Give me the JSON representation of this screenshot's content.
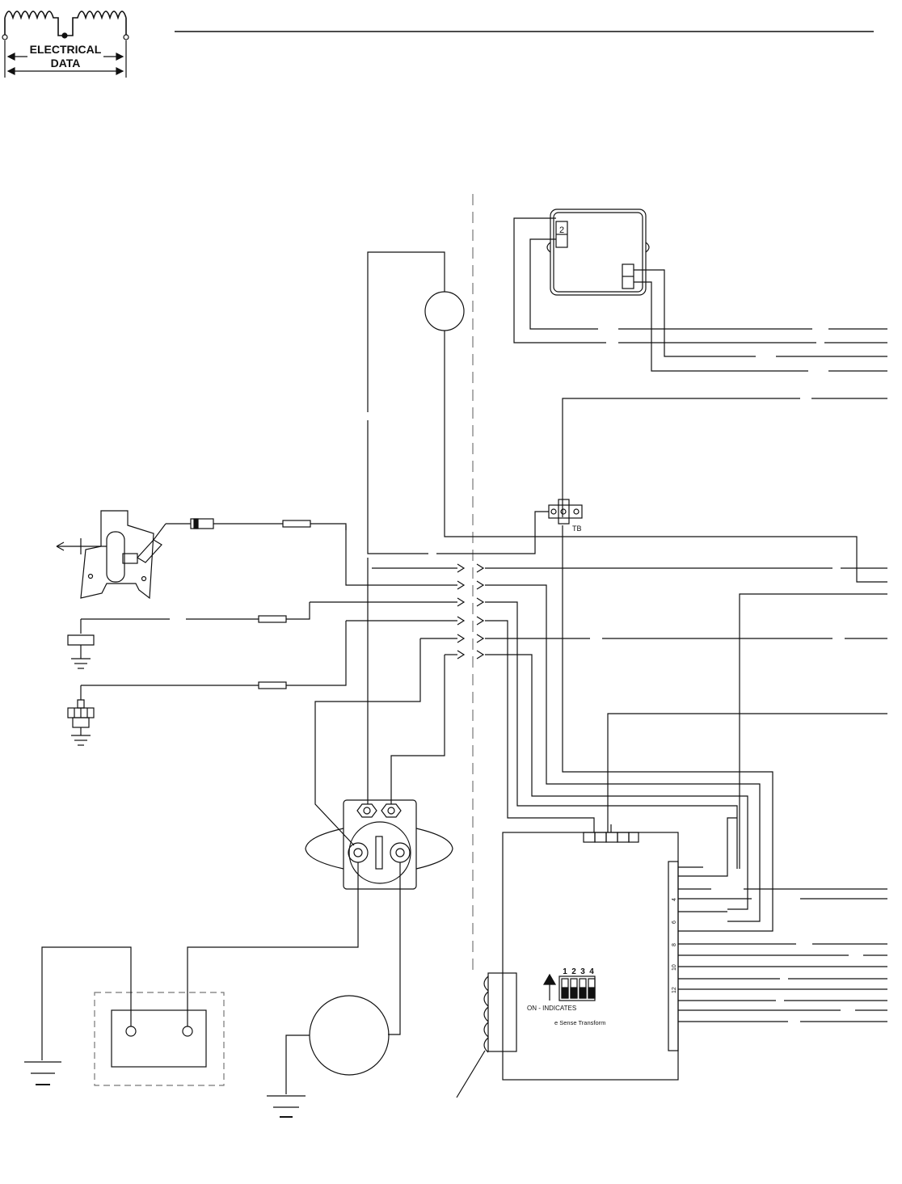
{
  "logo": {
    "line1": "ELECTRICAL",
    "line2": "DATA"
  },
  "labels": {
    "box_number": "2",
    "terminal_block": "TB",
    "dip_on": "ON - INDICATES",
    "sense": "e Sense Transform"
  },
  "dip_numbers": [
    "1",
    "2",
    "3",
    "4"
  ],
  "pin_numbers": [
    "4",
    "6",
    "8",
    "10",
    "12"
  ]
}
